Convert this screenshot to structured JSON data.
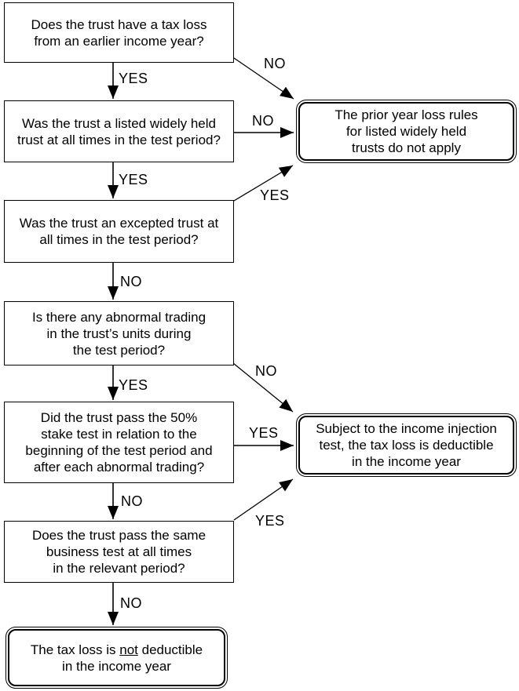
{
  "flowchart": {
    "decisions": {
      "q1": {
        "lines": [
          "Does the trust have a tax loss",
          "from an earlier income year?"
        ]
      },
      "q2": {
        "lines": [
          "Was the trust a listed widely held",
          "trust at all times in the test period?"
        ]
      },
      "q3": {
        "lines": [
          "Was the trust an excepted trust at",
          "all times in the test period?"
        ]
      },
      "q4": {
        "lines": [
          "Is there any abnormal trading",
          "in the trust’s units during",
          "the test period?"
        ]
      },
      "q5": {
        "lines": [
          "Did the trust pass the 50%",
          "stake test in relation to the",
          "beginning of the test period and",
          "after each abnormal trading?"
        ]
      },
      "q6": {
        "lines": [
          "Does the trust pass the same",
          "business test at all times",
          "in the relevant period?"
        ]
      }
    },
    "outcomes": {
      "prior_year_rules": {
        "lines": [
          "The prior year loss rules",
          "for listed widely held",
          "trusts do not apply"
        ]
      },
      "deductible": {
        "lines": [
          "Subject to the income injection",
          "test, the tax loss is deductible",
          "in the income year"
        ]
      },
      "not_deductible": {
        "line1_prefix": "The tax loss is ",
        "line1_underlined": "not",
        "line1_suffix": " deductible",
        "line2": "in the income year"
      }
    },
    "edge_labels": {
      "q1_yes": "YES",
      "q1_no": "NO",
      "q2_yes": "YES",
      "q2_no": "NO",
      "q3_yes": "YES",
      "q3_no": "NO",
      "q4_yes": "YES",
      "q4_no": "NO",
      "q5_yes": "YES",
      "q5_no": "NO",
      "q6_yes": "YES",
      "q6_no": "NO"
    },
    "colors": {
      "line": "#000000",
      "box_border": "#000000",
      "box_fill": "#ffffff",
      "text": "#000000",
      "background": "#ffffff"
    }
  }
}
